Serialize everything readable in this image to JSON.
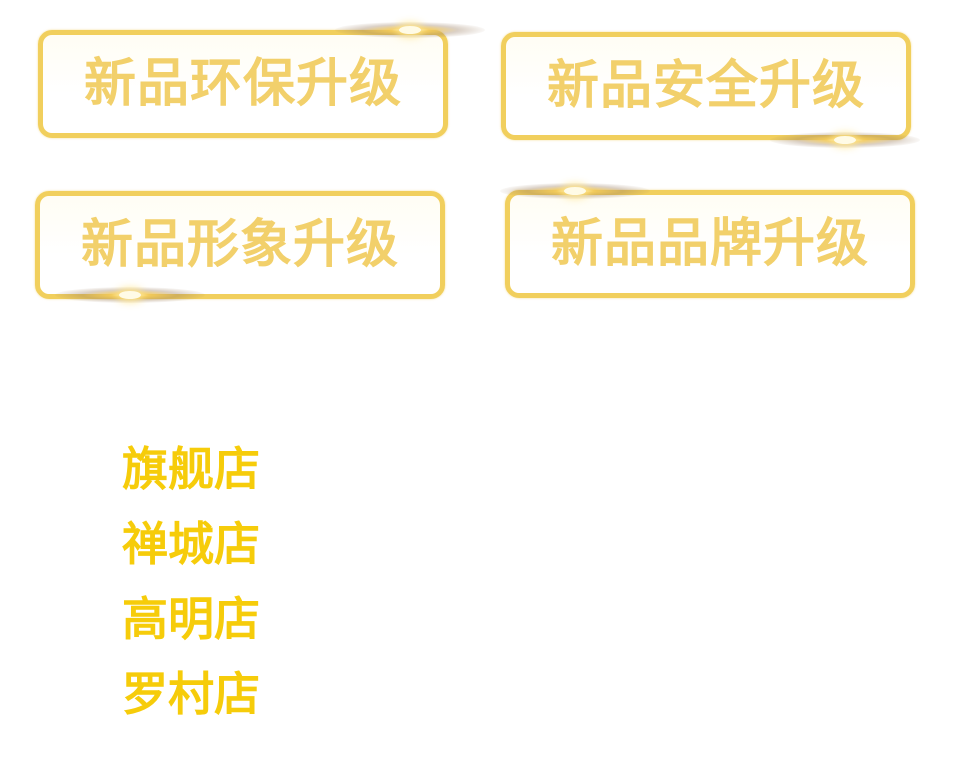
{
  "badges": [
    {
      "label": "新品环保升级"
    },
    {
      "label": "新品安全升级"
    },
    {
      "label": "新品形象升级"
    },
    {
      "label": "新品品牌升级"
    }
  ],
  "stores": [
    {
      "name": "旗舰店"
    },
    {
      "name": "禅城店"
    },
    {
      "name": "高明店"
    },
    {
      "name": "罗村店"
    }
  ],
  "colors": {
    "badge_border": "#f1cf5d",
    "badge_text": "#f2d06b",
    "store_text": "#f6cc0a",
    "background": "#ffffff"
  }
}
